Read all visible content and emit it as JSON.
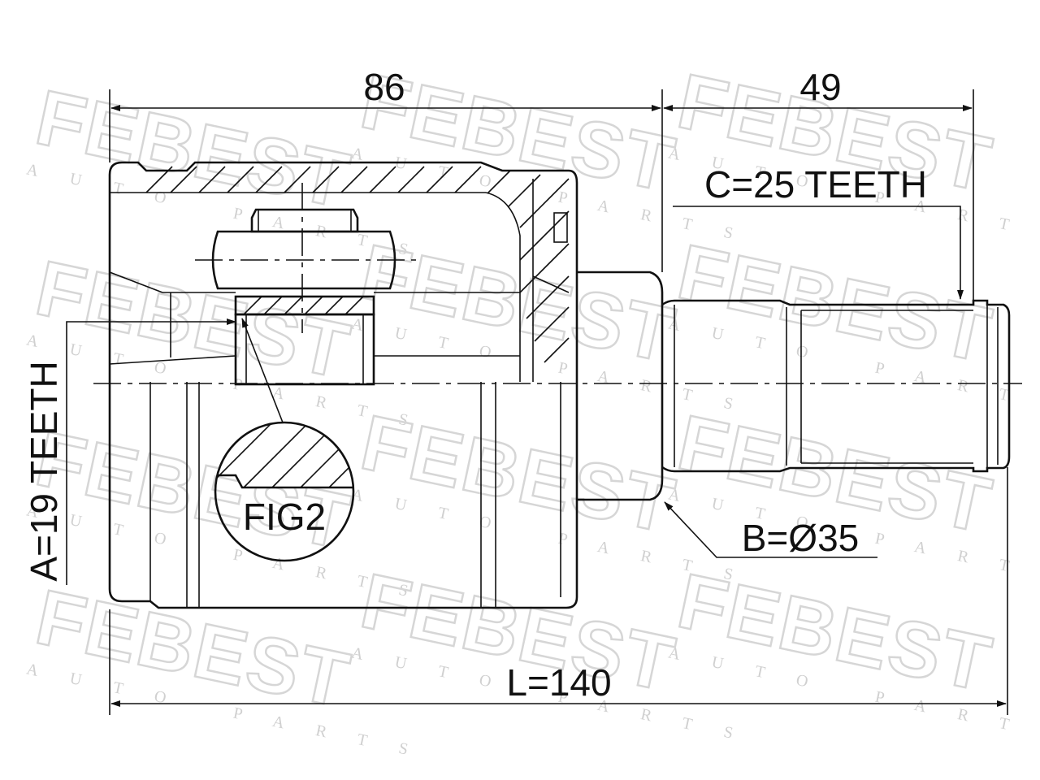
{
  "drawing": {
    "dim_overall_left": "86",
    "dim_overall_right": "49",
    "spline_c": "C=25 TEETH",
    "spline_a": "A=19 TEETH",
    "diameter_b": "B=Ø35",
    "length_l": "L=140",
    "detail_label": "FIG2"
  },
  "watermark": {
    "brand": "FEBEST",
    "sub": "AUTO PARTS"
  },
  "colors": {
    "line": "#111111",
    "watermark": "#d6d6d6",
    "background": "#ffffff"
  }
}
